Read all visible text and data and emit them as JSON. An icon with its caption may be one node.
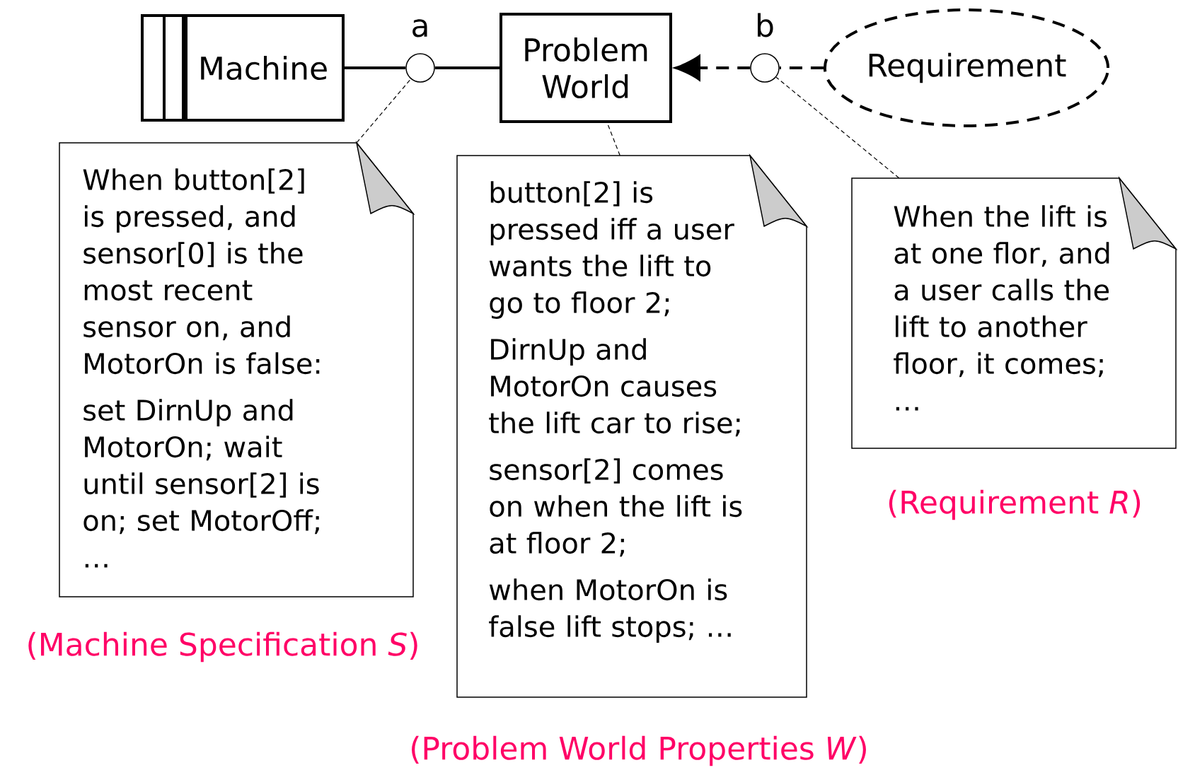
{
  "diagram": {
    "nodes": [
      {
        "text": [
          "Machine"
        ]
      },
      {
        "text": [
          "Problem World"
        ]
      },
      {
        "text": [
          "Requirement"
        ]
      },
      {
        "text": [],
        "shape": "circle",
        "beside": [
          "a"
        ]
      },
      {
        "text": [],
        "shape": "circle",
        "beside": [
          "b"
        ]
      },
      {
        "text": [
          "When button[2] is pressed, and sensor[0] is the most recent sensor on, and MotorOn is false:",
          "set DirnUp and MotorOn; wait until sensor[2] is on; set MotorOff; …"
        ],
        "beside": [
          "(Machine Specification *S*)"
        ]
      },
      {
        "text": [
          "button[2] is pressed iff a user wants the lift to go to floor 2;",
          "DirnUp and MotorOn causes the lift car to rise;",
          "sensor[2] comes on when the lift is at floor 2;",
          "when MotorOn is false lift stops; …"
        ],
        "beside": [
          "(Problem World Properties *W*)"
        ]
      },
      {
        "text": [
          "When the lift is at one flor, and a user calls the lift to another floor, it comes;",
          "…"
        ],
        "beside": [
          "(Requirement *R*)"
        ]
      }
    ],
    "edges": [
      {
        "from": 0,
        "to": 3,
        "arrow": "none"
      },
      {
        "from": 3,
        "to": 1,
        "arrow": "none"
      },
      {
        "from": 2,
        "to": 4,
        "arrow": "none",
        "style": "dashed"
      },
      {
        "from": 4,
        "to": 1,
        "arrow": "to",
        "style": "dashed"
      },
      {
        "from": 5,
        "to": 3,
        "arrow": "none",
        "style": "dashed"
      },
      {
        "from": 6,
        "to": 1,
        "arrow": "none",
        "style": "dashed"
      },
      {
        "from": 7,
        "to": 4,
        "arrow": "none",
        "style": "dashed"
      }
    ]
  }
}
